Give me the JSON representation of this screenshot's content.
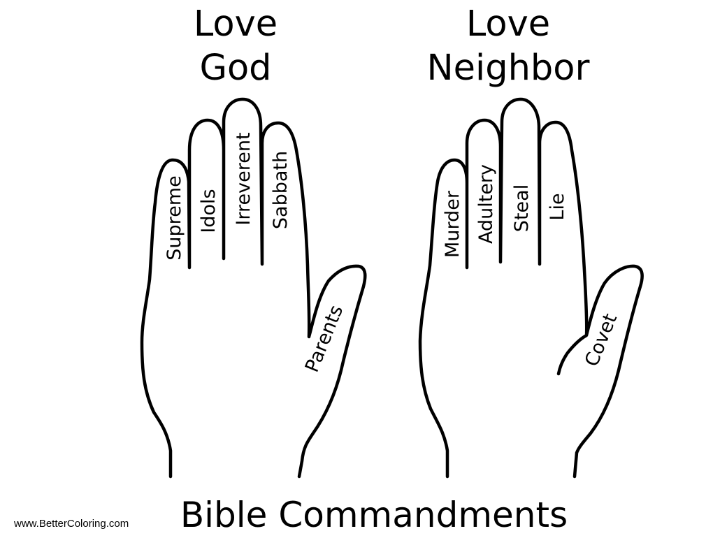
{
  "left_hand": {
    "heading_line1": "Love",
    "heading_line2": "God",
    "fingers": [
      "Supreme",
      "Idols",
      "Irreverent",
      "Sabbath"
    ],
    "thumb": "Parents"
  },
  "right_hand": {
    "heading_line1": "Love",
    "heading_line2": "Neighbor",
    "fingers": [
      "Murder",
      "Adultery",
      "Steal",
      "Lie"
    ],
    "thumb": "Covet"
  },
  "footer": {
    "title": "Bible Commandments",
    "watermark": "www.BetterColoring.com"
  },
  "colors": {
    "ink": "#000000",
    "paper": "#ffffff"
  }
}
